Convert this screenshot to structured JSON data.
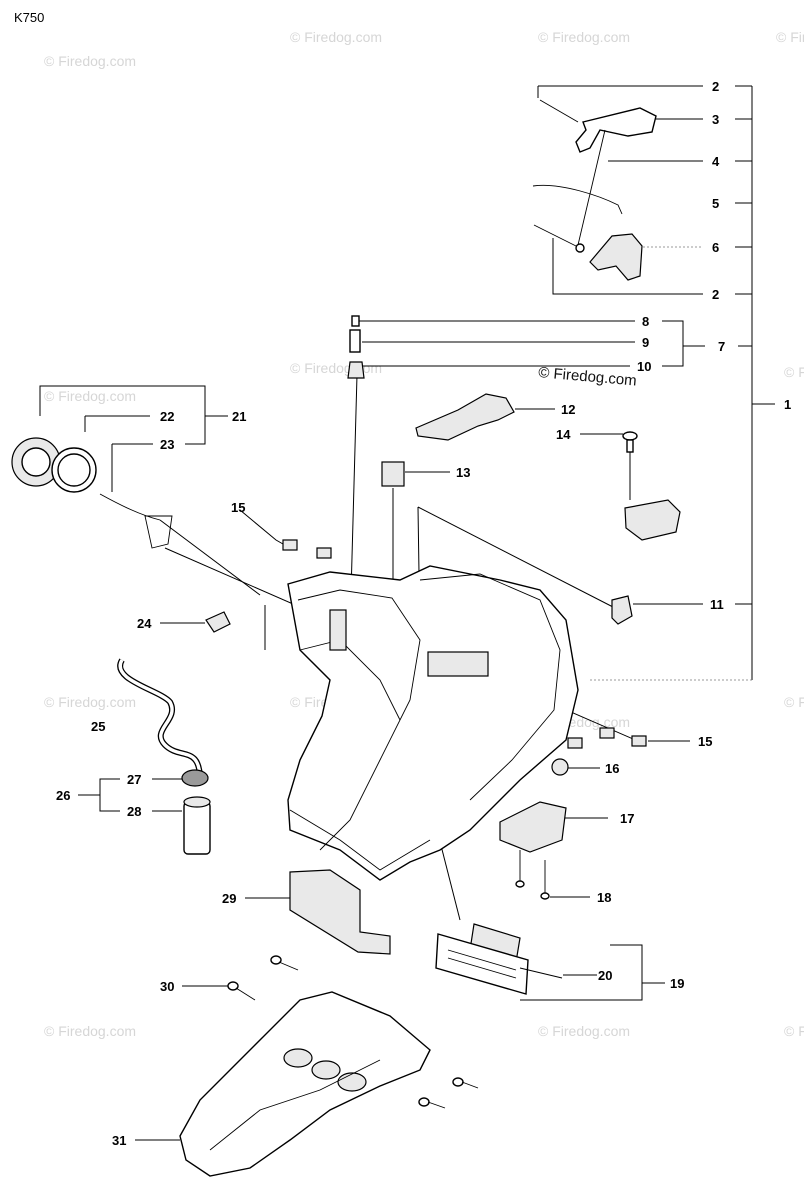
{
  "model_label": "K750",
  "watermark_text": "© Firedog.com",
  "callouts": {
    "n1": "1",
    "n2a": "2",
    "n2b": "2",
    "n3": "3",
    "n4": "4",
    "n5": "5",
    "n6": "6",
    "n7": "7",
    "n8": "8",
    "n9": "9",
    "n10": "10",
    "n11": "11",
    "n12": "12",
    "n13": "13",
    "n14": "14",
    "n15a": "15",
    "n15b": "15",
    "n16": "16",
    "n17": "17",
    "n18": "18",
    "n19": "19",
    "n20": "20",
    "n21": "21",
    "n22": "22",
    "n23": "23",
    "n24": "24",
    "n25": "25",
    "n26": "26",
    "n27": "27",
    "n28": "28",
    "n29": "29",
    "n30": "30",
    "n31": "31"
  },
  "colors": {
    "line": "#000000",
    "watermark": "#d6d6d6",
    "fill_shade": "#e9e9e9"
  }
}
